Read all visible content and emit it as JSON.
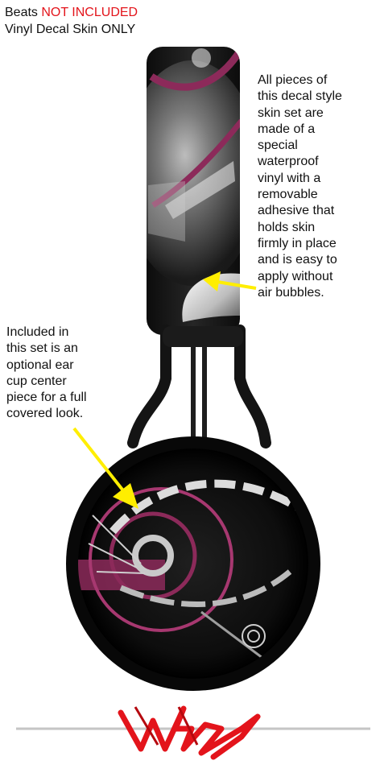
{
  "header": {
    "line1_prefix": "Beats",
    "line1_highlight": "NOT INCLUDED",
    "line2": "Vinyl Decal Skin ONLY"
  },
  "callout_right": {
    "lines": [
      "All pieces of",
      "this decal style",
      "skin set are",
      "made of a",
      "special",
      "waterproof",
      "vinyl with a",
      "removable",
      "adhesive that",
      "holds skin",
      "firmly in place",
      "and is easy to",
      "apply without",
      "air bubbles."
    ]
  },
  "callout_left": {
    "lines": [
      "Included in",
      "this set is an",
      "optional ear",
      "cup center",
      "piece for a full",
      "covered look."
    ]
  },
  "colors": {
    "accent_red": "#e3141b",
    "arrow_yellow": "#ffee00",
    "skin_magenta": "#8c2a5a",
    "headphone_black": "#151515"
  }
}
